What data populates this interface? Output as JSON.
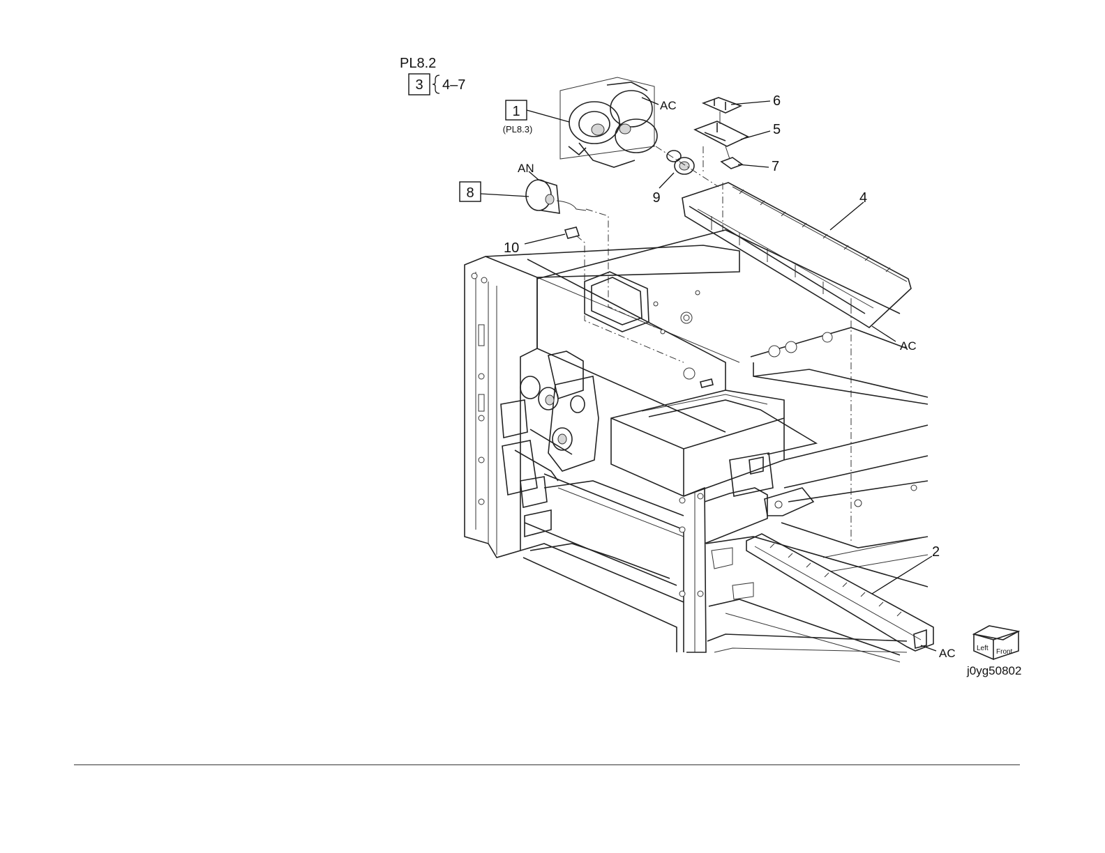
{
  "header": {
    "plate_id": "PL8.2",
    "kit_item": "3",
    "kit_range": "4–7"
  },
  "callouts": {
    "c1": {
      "number": "1",
      "ref": "(PL8.3)"
    },
    "c2": {
      "number": "2"
    },
    "c4": {
      "number": "4"
    },
    "c5": {
      "number": "5"
    },
    "c6": {
      "number": "6"
    },
    "c7": {
      "number": "7"
    },
    "c8": {
      "number": "8"
    },
    "c9": {
      "number": "9"
    },
    "c10": {
      "number": "10"
    }
  },
  "connectors": {
    "ac_top": "AC",
    "ac_right": "AC",
    "ac_bottom": "AC",
    "an": "AN"
  },
  "orientation": {
    "left": "Left",
    "front": "Front"
  },
  "figure_id": "j0yg50802"
}
